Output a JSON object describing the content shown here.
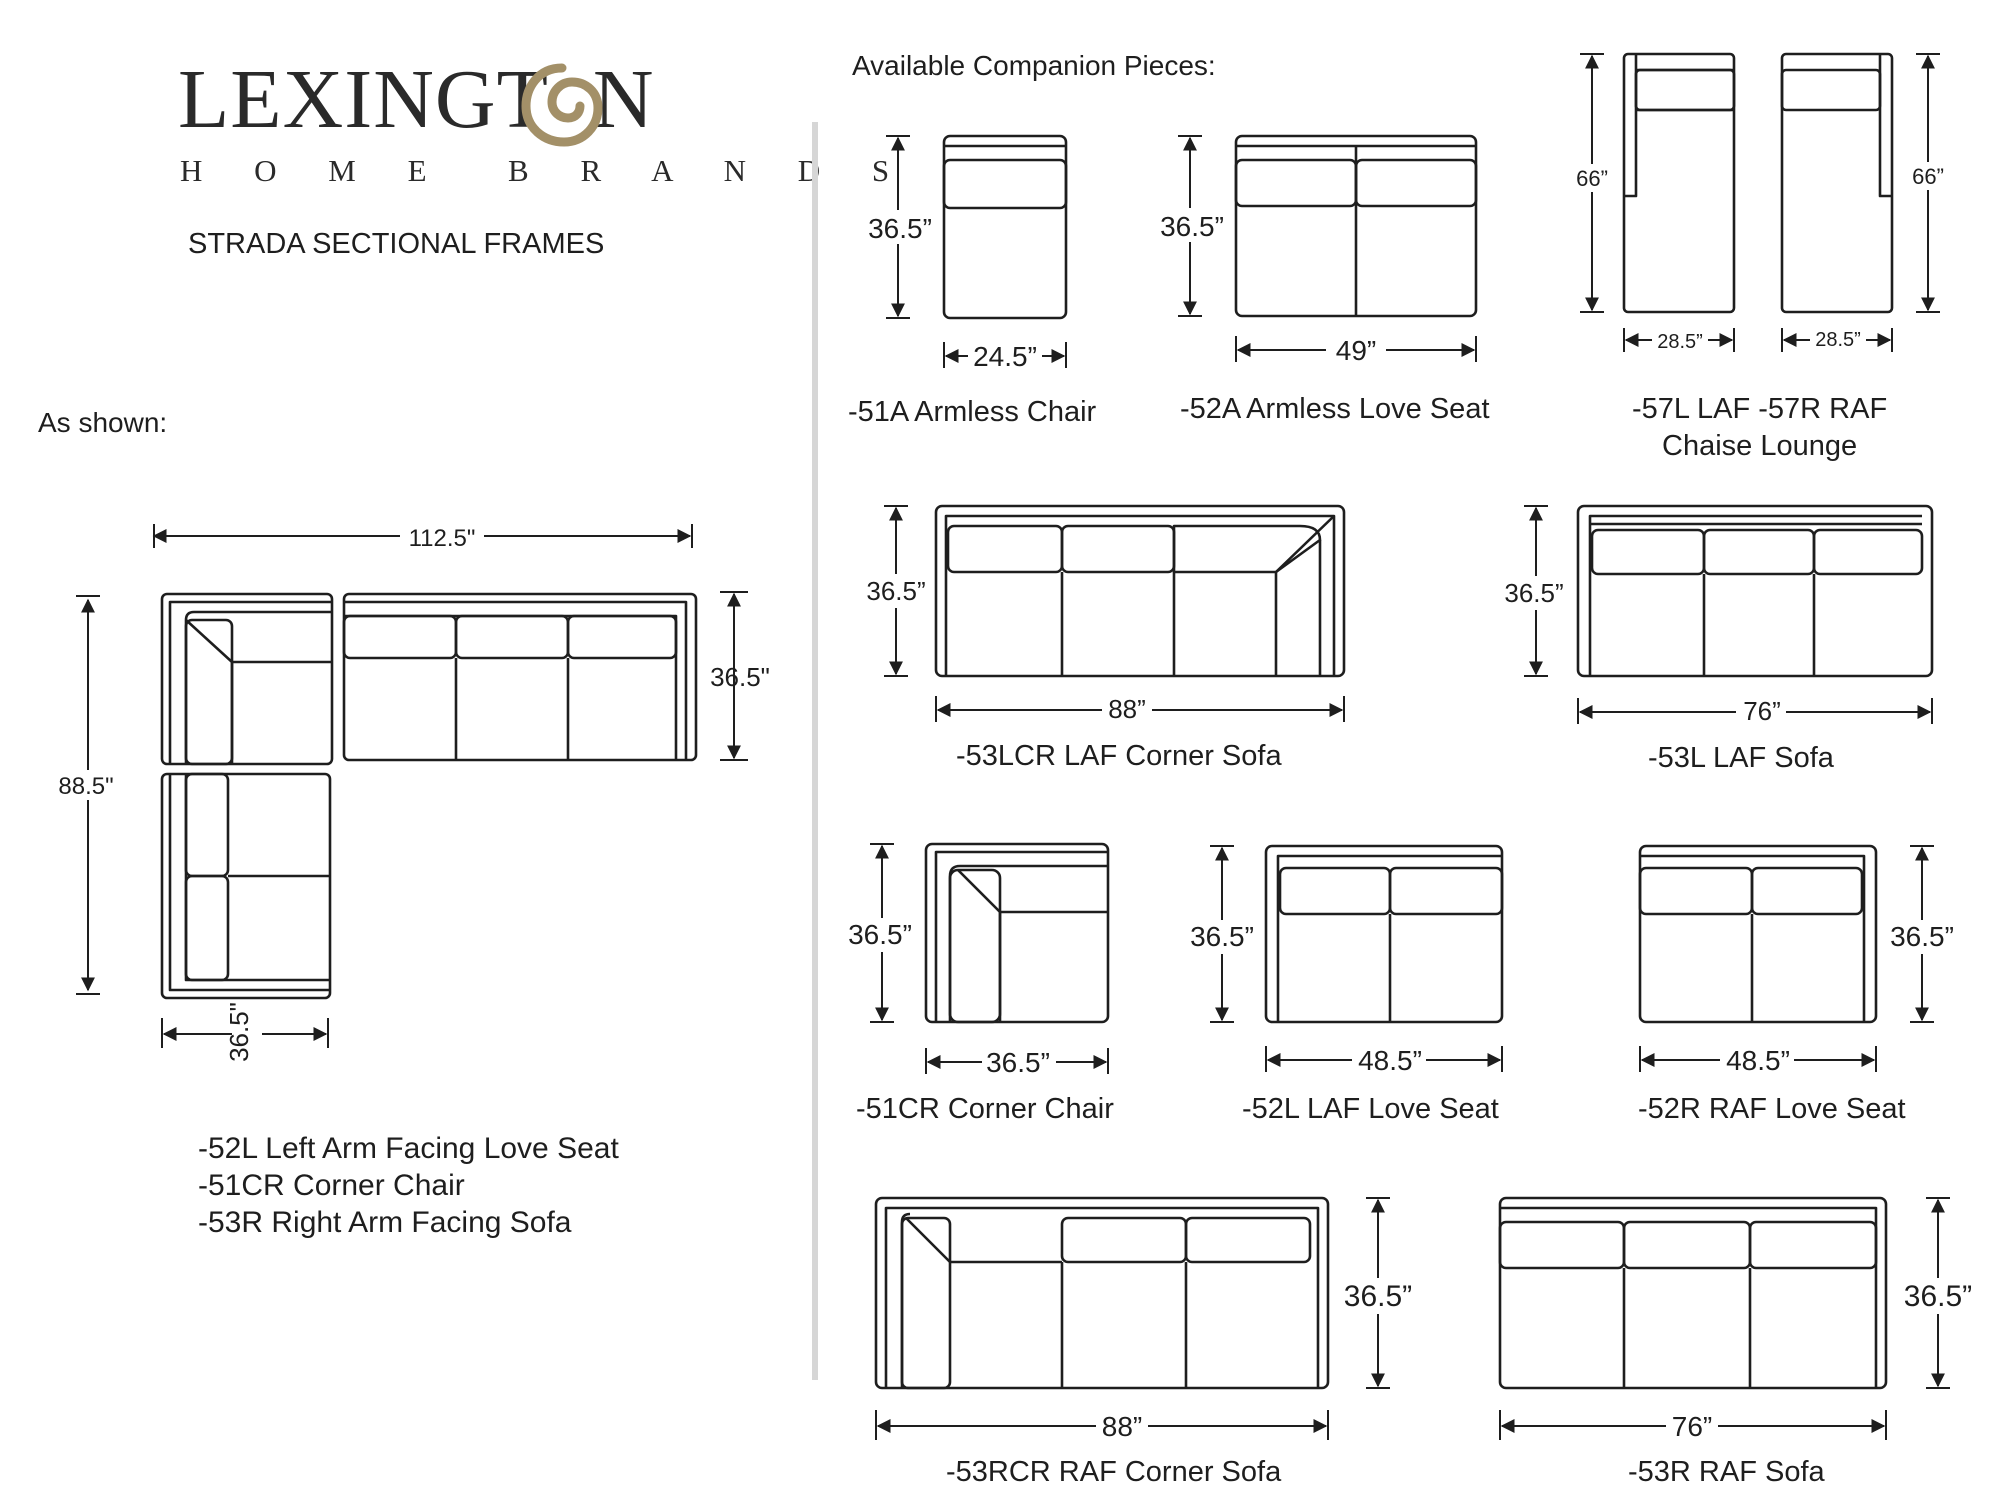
{
  "brand": {
    "logo_wordmark": "LEXINGTON",
    "logo_subline": "HOME BRANDS"
  },
  "title": "STRADA SECTIONAL FRAMES",
  "as_shown": {
    "heading": "As shown:",
    "overall_width": "112.5\"",
    "overall_depth": "88.5\"",
    "right_depth": "36.5\"",
    "bottom_width": "36.5\"",
    "pieces": [
      "-52L Left Arm Facing Love Seat",
      "-51CR Corner Chair",
      "-53R Right Arm Facing Sofa"
    ]
  },
  "companion": {
    "heading": "Available Companion Pieces:",
    "items": [
      {
        "caption": "-51A Armless Chair",
        "height": "36.5”",
        "width": "24.5”"
      },
      {
        "caption": "-52A Armless Love Seat",
        "height": "36.5”",
        "width": "49”"
      },
      {
        "caption_line1": "-57L LAF -57R RAF",
        "caption_line2": "Chaise Lounge",
        "height_left": "66”",
        "height_right": "66”",
        "width_left": "28.5”",
        "width_right": "28.5”"
      },
      {
        "caption": "-53LCR LAF Corner Sofa",
        "height": "36.5”",
        "width": "88”"
      },
      {
        "caption": "-53L LAF Sofa",
        "height": "36.5”",
        "width": "76”"
      },
      {
        "caption": "-51CR Corner Chair",
        "height": "36.5”",
        "width": "36.5”"
      },
      {
        "caption": "-52L LAF Love Seat",
        "height": "36.5”",
        "width": "48.5”"
      },
      {
        "caption": "-52R RAF Love Seat",
        "height": "36.5”",
        "width": "48.5”"
      },
      {
        "caption": "-53RCR RAF Corner Sofa",
        "height": "36.5”",
        "width": "88”"
      },
      {
        "caption": "-53R RAF Sofa",
        "height": "36.5”",
        "width": "76”"
      }
    ]
  }
}
